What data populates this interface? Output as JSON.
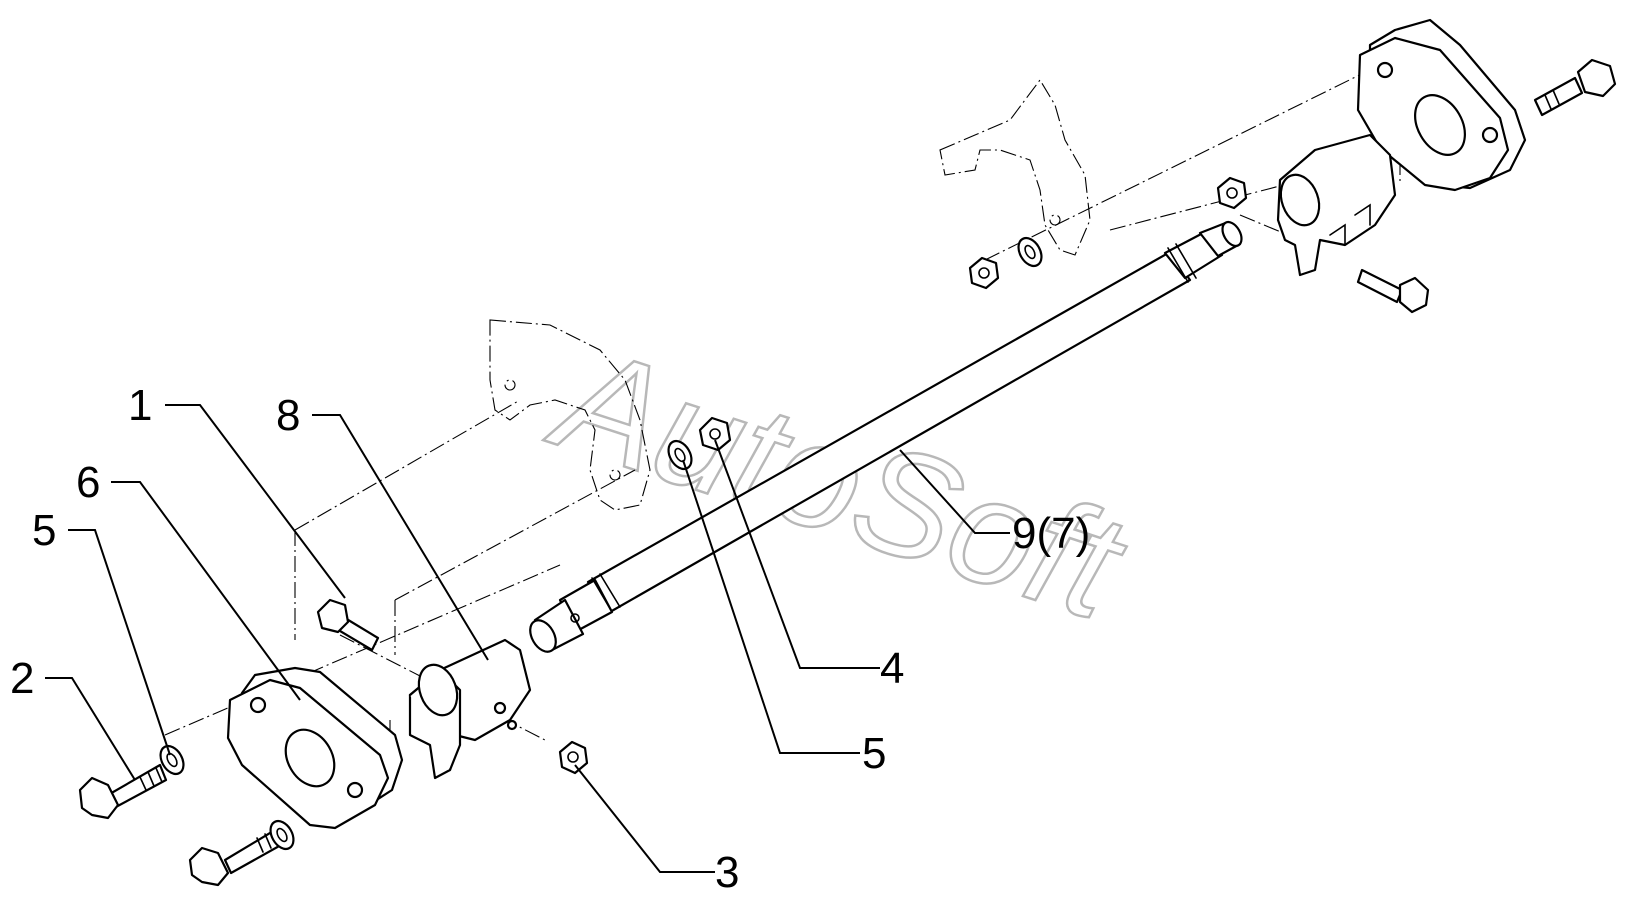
{
  "callouts": [
    {
      "id": "c1",
      "text": "1"
    },
    {
      "id": "c8",
      "text": "8"
    },
    {
      "id": "c6",
      "text": "6"
    },
    {
      "id": "c5a",
      "text": "5"
    },
    {
      "id": "c2",
      "text": "2"
    },
    {
      "id": "c4",
      "text": "4"
    },
    {
      "id": "c5b",
      "text": "5"
    },
    {
      "id": "c3",
      "text": "3"
    },
    {
      "id": "c9",
      "text": "9(7)"
    }
  ],
  "watermark": "AutoSoft"
}
